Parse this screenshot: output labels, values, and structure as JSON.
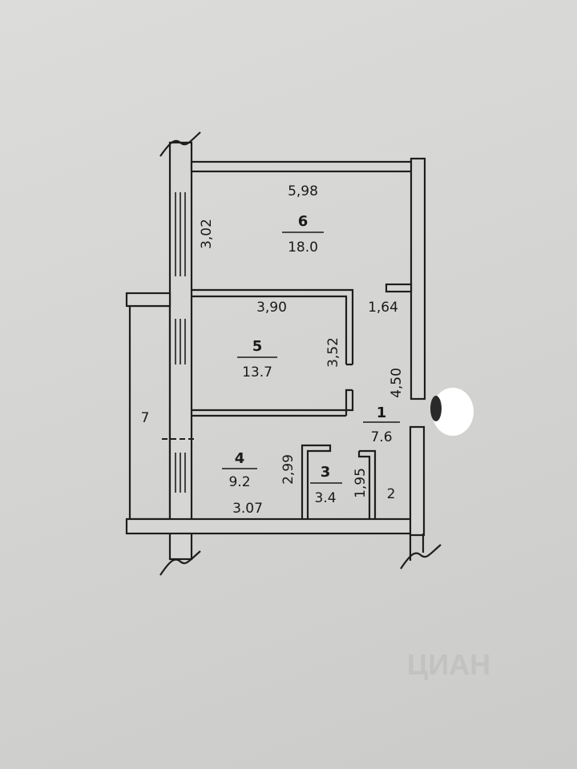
{
  "rooms": [
    {
      "number": "6",
      "area": "18.0"
    },
    {
      "number": "5",
      "area": "13.7"
    },
    {
      "number": "4",
      "area": "9.2"
    },
    {
      "number": "3",
      "area": "3.4"
    },
    {
      "number": "1",
      "area": "7.6"
    }
  ],
  "labels": {
    "balcony": "7",
    "room_2": "2"
  },
  "dimensions": {
    "d_598": "5,98",
    "d_302": "3,02",
    "d_390": "3,90",
    "d_164": "1,64",
    "d_352": "3,52",
    "d_450": "4,50",
    "d_299": "2,99",
    "d_307": "3.07",
    "d_195": "1,95"
  },
  "watermark": "ЦИАН"
}
